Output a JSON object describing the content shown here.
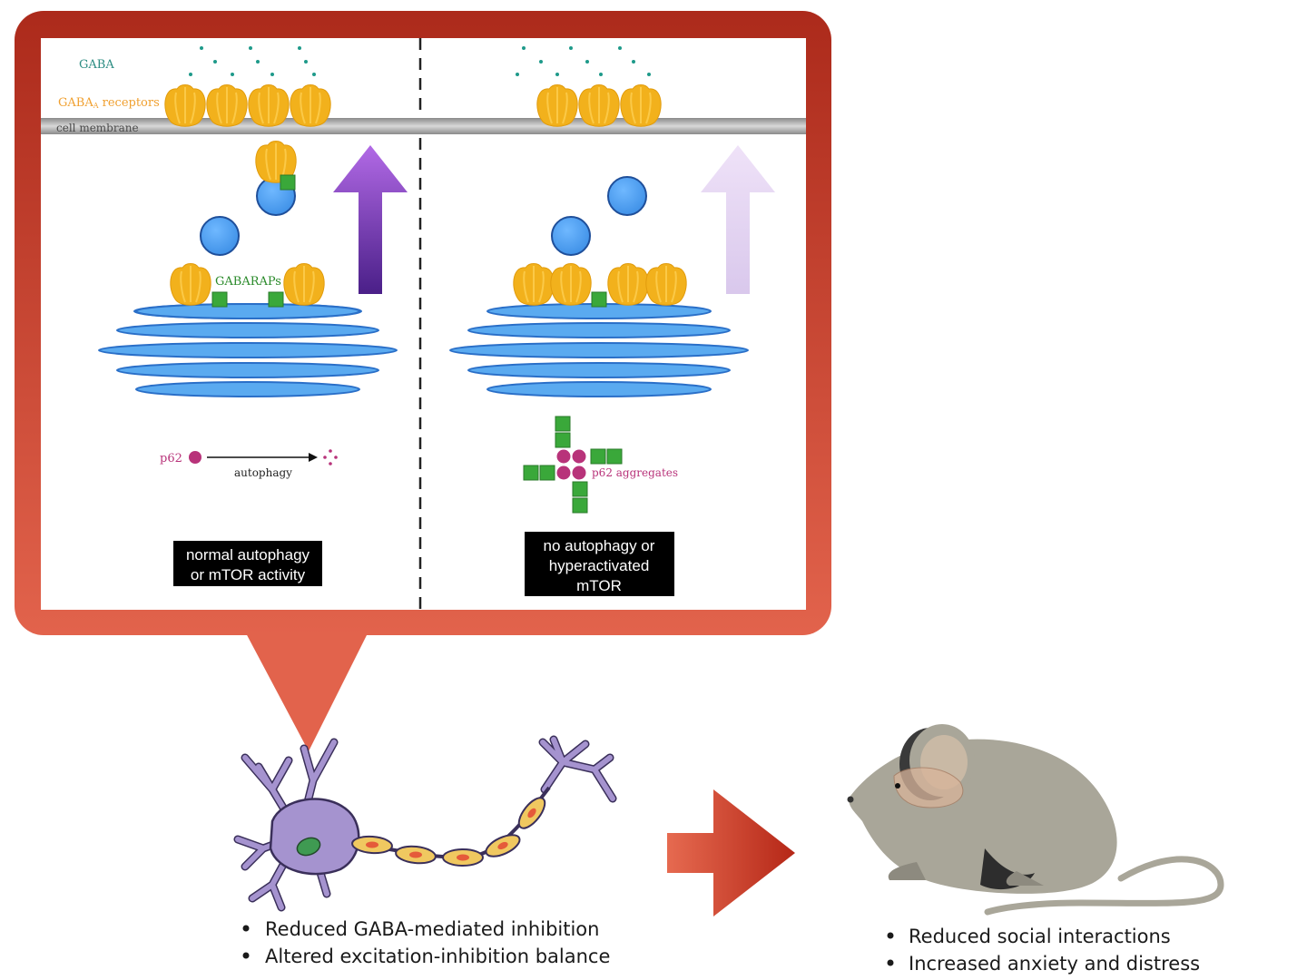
{
  "labels": {
    "gaba": "GABA",
    "gaba_a_receptors_prefix": "GABA",
    "gaba_a_receptors_sub": "A",
    "gaba_a_receptors_suffix": " receptors",
    "cell_membrane": "cell membrane",
    "gabaraps": "GABARAPs",
    "p62": "p62",
    "autophagy": "autophagy",
    "p62_aggregates": "p62 aggregates"
  },
  "left_panel": {
    "box_lines": [
      "normal autophagy",
      "or mTOR activity"
    ]
  },
  "right_panel": {
    "box_lines": [
      "no autophagy or",
      "hyperactivated",
      "mTOR"
    ]
  },
  "neuron_effects": [
    "Reduced GABA-mediated inhibition",
    "Altered excitation-inhibition balance"
  ],
  "mouse_effects": [
    "Reduced social interactions",
    "Increased anxiety and distress"
  ],
  "colors": {
    "frame_top": "#b02a1c",
    "frame_bottom": "#e0604a",
    "gaba_dot": "#1e9a8a",
    "receptor": "#f2b11c",
    "vesicle": "#4a9cf0",
    "er": "#5aaaf0",
    "gabarap": "#3aa83a",
    "p62": "#b8337a",
    "arrow_dark": "#5a2a9a",
    "arrow_light": "#e4d4f2",
    "neuron": "#a593cf",
    "myelin": "#f0c860",
    "mouse": "#a9a699"
  }
}
